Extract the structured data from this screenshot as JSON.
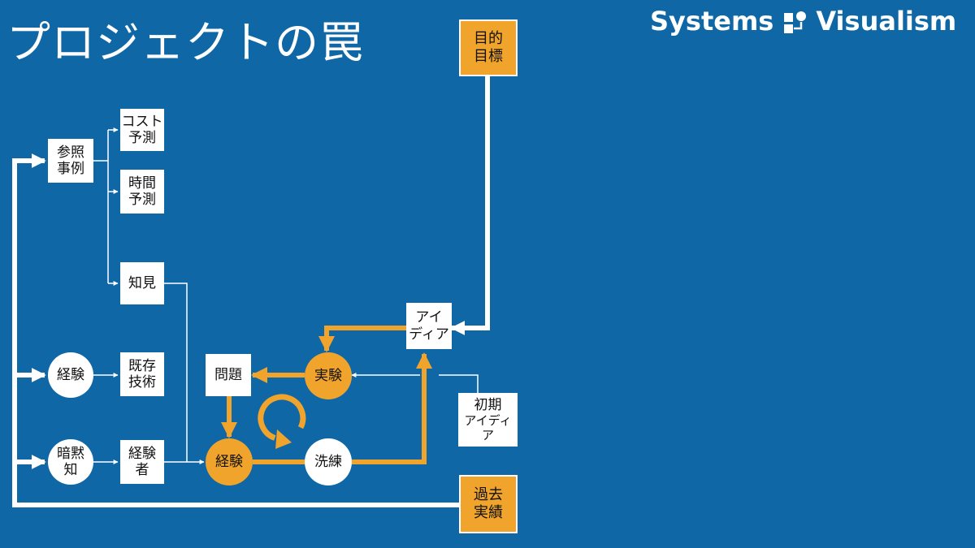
{
  "title": "プロジェクトの罠",
  "brand": {
    "name_left": "Systems",
    "name_right": "Visualism",
    "logo_icon": "systems-visualism-logo-icon"
  },
  "colors": {
    "background": "#0f67a6",
    "accent": "#f0a42b",
    "box": "#ffffff",
    "line": "#ffffff"
  },
  "nodes": {
    "goal": "目的\n目標",
    "past_results": "過去\n実績",
    "reference_cases": "参照\n事例",
    "cost_forecast": "コスト\n予測",
    "time_forecast": "時間\n予測",
    "knowledge": "知見",
    "experience_left": "経験",
    "existing_tech": "既存\n技術",
    "tacit_knowledge": "暗黙\n知",
    "experienced_person": "経験\n者",
    "problem": "問題",
    "implementation": "実験",
    "experience_center": "経験",
    "refinement": "洗練",
    "idea": "アイ\nディア",
    "initial_idea_top": "初期",
    "initial_idea_bottom": "アイディア"
  }
}
